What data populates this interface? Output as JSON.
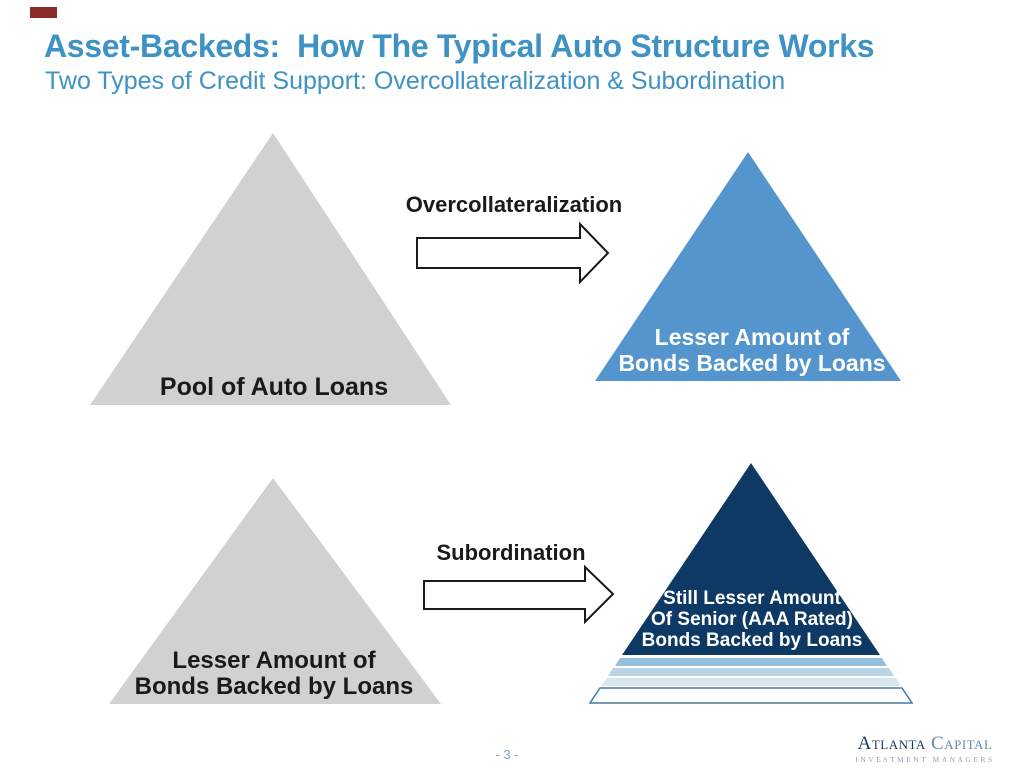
{
  "slide": {
    "title": "Asset-Backeds:  How The Typical Auto Structure Works",
    "subtitle": "Two Types of Credit Support: Overcollateralization & Subordination"
  },
  "diagram": {
    "rows": [
      {
        "source": {
          "label": "Pool of Auto Loans"
        },
        "mechanism": "Overcollateralization",
        "result": {
          "lines": [
            "Lesser Amount of",
            "Bonds Backed by Loans"
          ]
        }
      },
      {
        "source": {
          "lines": [
            "Lesser Amount of",
            "Bonds Backed by Loans"
          ]
        },
        "mechanism": "Subordination",
        "result": {
          "lines": [
            "Still Lesser Amount",
            "Of Senior (AAA Rated)",
            "Bonds Backed by Loans"
          ]
        }
      }
    ]
  },
  "footer": {
    "page_number": "- 3 -",
    "logo": {
      "name_part1": "Atlanta",
      "name_part2": "Capital",
      "tagline": "INVESTMENT MANAGERS"
    }
  },
  "colors": {
    "heading_blue": "#3E92C4",
    "triangle_gray": "#D1D1D3",
    "triangle_blue": "#5495CD",
    "triangle_navy": "#0E3964",
    "tranche_band_1": "#96BFDC",
    "tranche_band_2": "#BAD3E7",
    "tranche_band_3": "#D8E5F0",
    "tranche_outline": "#46799F",
    "tranche_fill": "#FDFEFF",
    "label_black": "#1A1A1A",
    "arrow_fill": "#FFFFFF",
    "page_number_blue": "#79A5C9",
    "logo_navy": "#1D3D5F",
    "logo_steel": "#6389A9",
    "logo_gray": "#8FA3B3",
    "accent_red": "#8D2B2B"
  }
}
